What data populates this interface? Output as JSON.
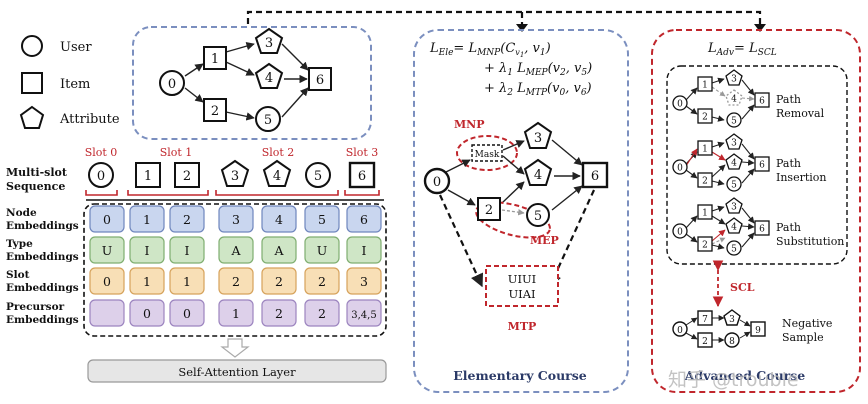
{
  "legend": {
    "user": "User",
    "item": "Item",
    "attribute": "Attribute"
  },
  "graph": {
    "nodes": [
      "0",
      "1",
      "2",
      "3",
      "4",
      "5",
      "6"
    ]
  },
  "sequence": {
    "label_line1": "Multi-slot",
    "label_line2": "Sequence",
    "slots": [
      "Slot 0",
      "Slot 1",
      "Slot 2",
      "Slot 3"
    ],
    "tokens": [
      "0",
      "1",
      "2",
      "3",
      "4",
      "5",
      "6"
    ]
  },
  "embeddings": {
    "rows": [
      {
        "label_line1": "Node",
        "label_line2": "Embeddings",
        "values": [
          "0",
          "1",
          "2",
          "3",
          "4",
          "5",
          "6"
        ],
        "fill": "#c9d6ef",
        "stroke": "#6f86bd"
      },
      {
        "label_line1": "Type",
        "label_line2": "Embeddings",
        "values": [
          "U",
          "I",
          "I",
          "A",
          "A",
          "U",
          "I"
        ],
        "fill": "#cfe6c6",
        "stroke": "#7fae70"
      },
      {
        "label_line1": "Slot",
        "label_line2": "Embeddings",
        "values": [
          "0",
          "1",
          "1",
          "2",
          "2",
          "2",
          "3"
        ],
        "fill": "#f8dfb6",
        "stroke": "#d6a25b"
      },
      {
        "label_line1": "Precursor",
        "label_line2": "Embeddings",
        "values": [
          "",
          "0",
          "0",
          "1",
          "2",
          "2",
          "3,4,5"
        ],
        "fill": "#ddd0ea",
        "stroke": "#9c84bf"
      }
    ],
    "layer": "Self-Attention Layer"
  },
  "elementary": {
    "eq1_lhs": "L",
    "eq1_lhs_sub": "Ele",
    "eq1_rhs": "= L",
    "eq1_rhs_sub": "MNP",
    "eq1_args": "(C",
    "eq1_args_sub": "v",
    "eq1_args_sub2": "1",
    "eq1_args_tail": ", v",
    "eq1_args_tail_sub": "1",
    "eq1_close": ")",
    "eq2": "+ λ",
    "eq2_sub": "1",
    "eq2_l": " L",
    "eq2_l_sub": "MEP",
    "eq2_args": "(v",
    "eq2_a1": "2",
    "eq2_mid": ", v",
    "eq2_a2": "5",
    "eq2_close": ")",
    "eq3": "+ λ",
    "eq3_sub": "2",
    "eq3_l": " L",
    "eq3_l_sub": "MTP",
    "eq3_args": "(v",
    "eq3_a1": "0",
    "eq3_mid": ", v",
    "eq3_a2": "6",
    "eq3_close": ")",
    "mnp": "MNP",
    "mask": "Mask",
    "mep": "MEP",
    "mtp": "MTP",
    "mtp_line1": "UIUI",
    "mtp_line2": "UIAI",
    "nodes": [
      "0",
      "2",
      "3",
      "4",
      "5",
      "6"
    ],
    "course": "Elementary  Course"
  },
  "advanced": {
    "eq_lhs": "L",
    "eq_lhs_sub": "Adv",
    "eq_rhs": "= L",
    "eq_rhs_sub": "SCL",
    "path_removal_1": "Path",
    "path_removal_2": "Removal",
    "path_insertion_1": "Path",
    "path_insertion_2": "Insertion",
    "path_substitution_1": "Path",
    "path_substitution_2": "Substitution",
    "scl": "SCL",
    "negative_1": "Negative",
    "negative_2": "Sample",
    "neg_nodes": [
      "0",
      "7",
      "2",
      "3",
      "8",
      "9"
    ],
    "course": "Advanced Course"
  },
  "watermark": "知乎 @trouble",
  "colors": {
    "red": "#c0262c",
    "navy": "#2b3a67",
    "blue_dash": "#7b8fbf"
  }
}
